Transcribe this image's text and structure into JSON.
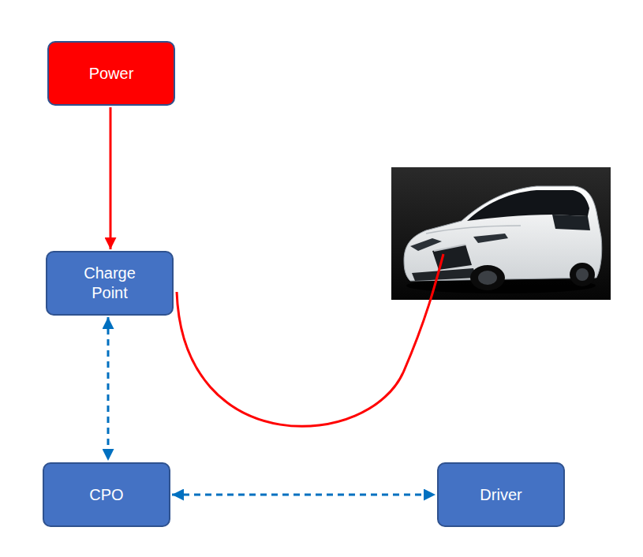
{
  "diagram": {
    "nodes": [
      {
        "text": [
          "Power"
        ]
      },
      {
        "text": [
          "Charge Point"
        ]
      },
      {
        "text": [
          "CPO"
        ]
      },
      {
        "text": [
          "Driver"
        ]
      }
    ],
    "edges": [
      {
        "from": 0,
        "to": 1,
        "arrow": "to"
      },
      {
        "from": 1,
        "to": 2,
        "arrow": "both"
      },
      {
        "from": 2,
        "to": 3,
        "arrow": "both"
      }
    ]
  }
}
